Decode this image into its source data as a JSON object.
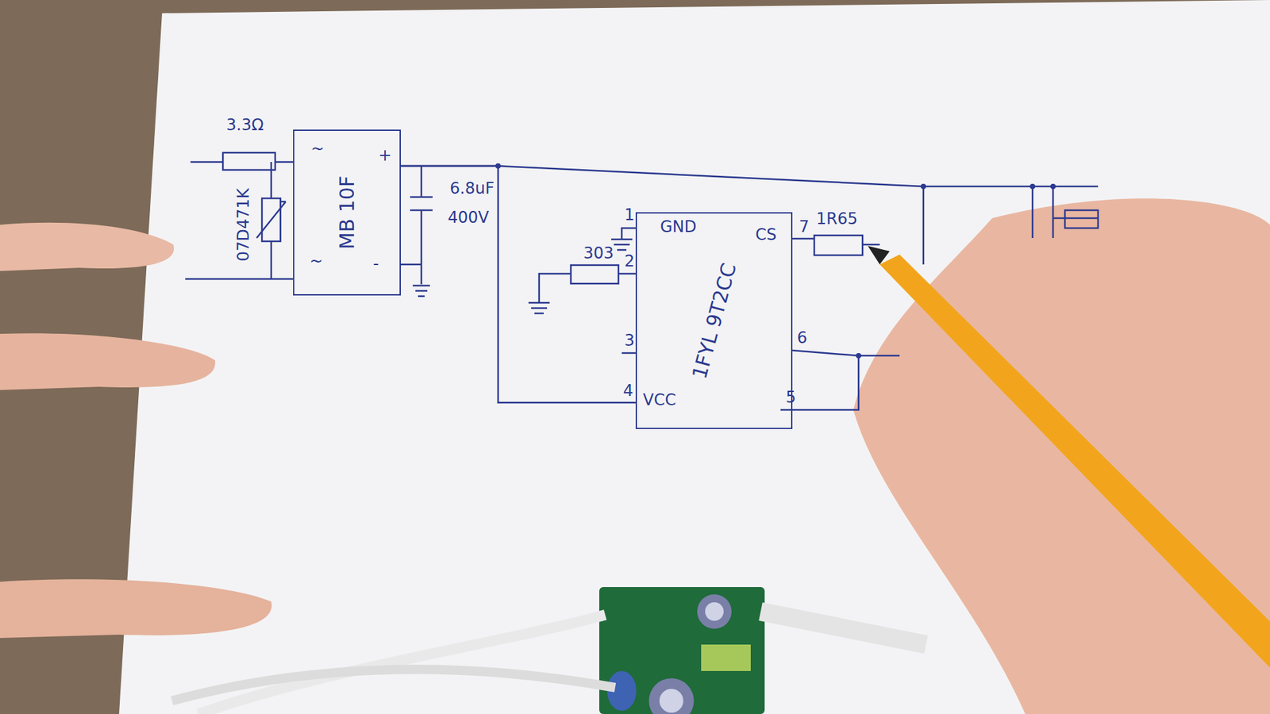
{
  "diagram": {
    "nodes": [
      {
        "text": [
          "MB 10F"
        ]
      },
      {
        "text": [
          "1FYL 9T2CC"
        ]
      }
    ],
    "edges": [
      {
        "from": 0,
        "to": 1,
        "arrow": "none"
      }
    ],
    "labels": [
      "3.3Ω",
      "07D471K",
      "~",
      "+",
      "~",
      "-",
      "6.8uF",
      "400V",
      "1",
      "GND",
      "303",
      "2",
      "3",
      "4",
      "VCC",
      "CS",
      "7",
      "1R65",
      "6",
      "5"
    ]
  }
}
